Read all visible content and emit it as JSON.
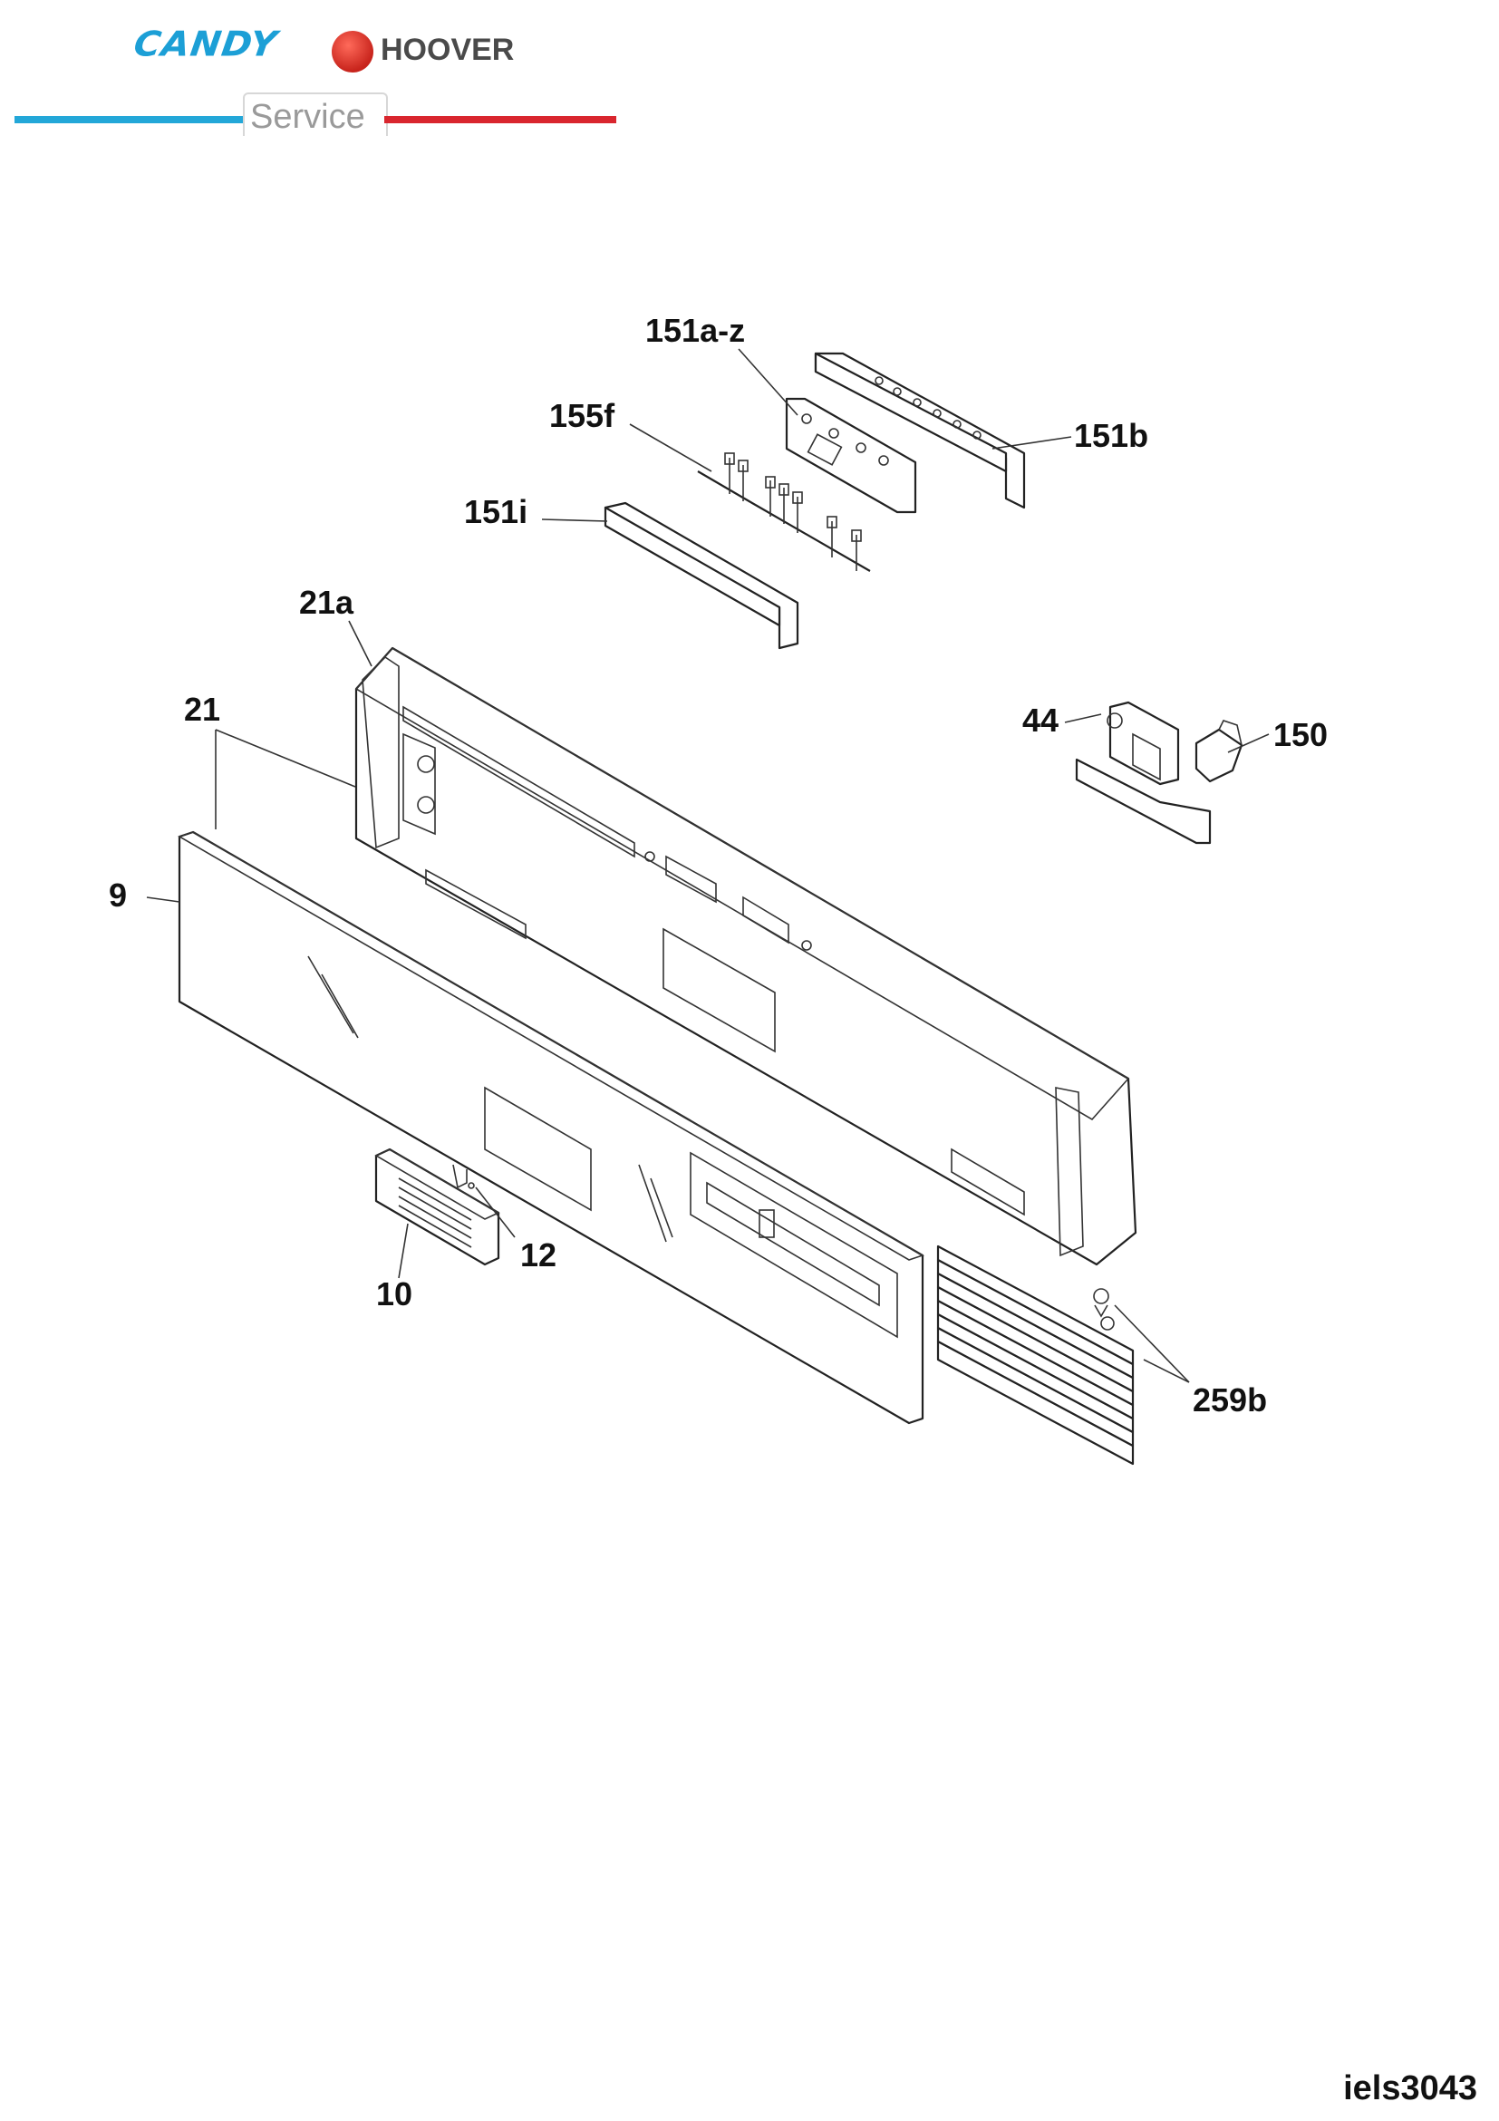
{
  "header": {
    "brand_candy": "CANDY",
    "brand_hoover": "HOOVER",
    "service": "Service",
    "colors": {
      "candy_blue": "#1c9fd6",
      "service_line_blue": "#23a7d8",
      "service_line_red": "#d9262e",
      "hoover_red": "#c8241c"
    }
  },
  "diagram": {
    "callouts": {
      "p151az": "151a-z",
      "p155f": "155f",
      "p151b": "151b",
      "p151i": "151i",
      "p21a": "21a",
      "p21": "21",
      "p9": "9",
      "p44": "44",
      "p150": "150",
      "p12": "12",
      "p10": "10",
      "p259b": "259b"
    }
  },
  "footer": {
    "doc_ref": "iels3043"
  }
}
